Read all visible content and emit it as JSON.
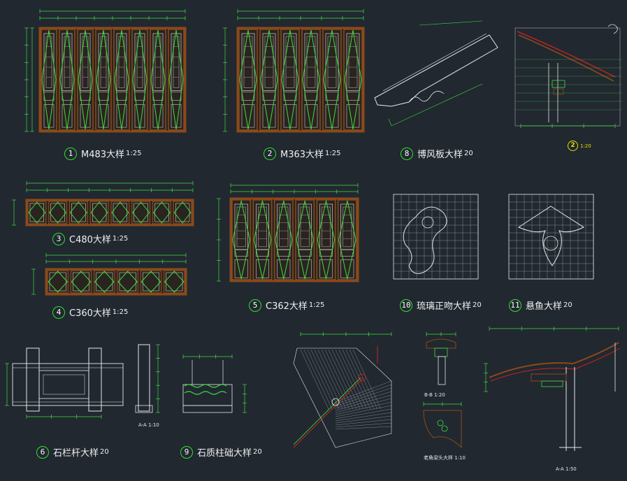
{
  "colors": {
    "background": "#212830",
    "frame": "#8a4a1a",
    "frame_fill": "#2a2420",
    "diamond": "#3fdc3f",
    "dimension": "#3fdc3f",
    "panel_line": "#e8e8e8",
    "marker": "#2fe02f",
    "highlight": "#e8e000",
    "section": "#cc2222"
  },
  "drawings": [
    {
      "num": "1",
      "title": "M483大样",
      "scale": "1:25"
    },
    {
      "num": "2",
      "title": "M363大样",
      "scale": "1:25"
    },
    {
      "num": "8",
      "title": "博风板大样",
      "scale": "20"
    },
    {
      "num": "3",
      "title": "C480大样",
      "scale": "1:25"
    },
    {
      "num": "4",
      "title": "C360大样",
      "scale": "1:25"
    },
    {
      "num": "5",
      "title": "C362大样",
      "scale": "1:25"
    },
    {
      "num": "10",
      "title": "琉璃正吻大样",
      "scale": "20"
    },
    {
      "num": "11",
      "title": "悬鱼大样",
      "scale": "20"
    },
    {
      "num": "6",
      "title": "石栏杆大样",
      "scale": "20"
    },
    {
      "num": "9",
      "title": "石质柱础大样",
      "scale": "20"
    }
  ],
  "captions": {
    "aa_small": "A-A 1:10",
    "bb": "B-B 1:20",
    "aa_large": "A-A 1:50",
    "jiao_detail": "老角梁头大样 1:10",
    "ref2_num": "2",
    "ref2_scale": "1:20"
  }
}
